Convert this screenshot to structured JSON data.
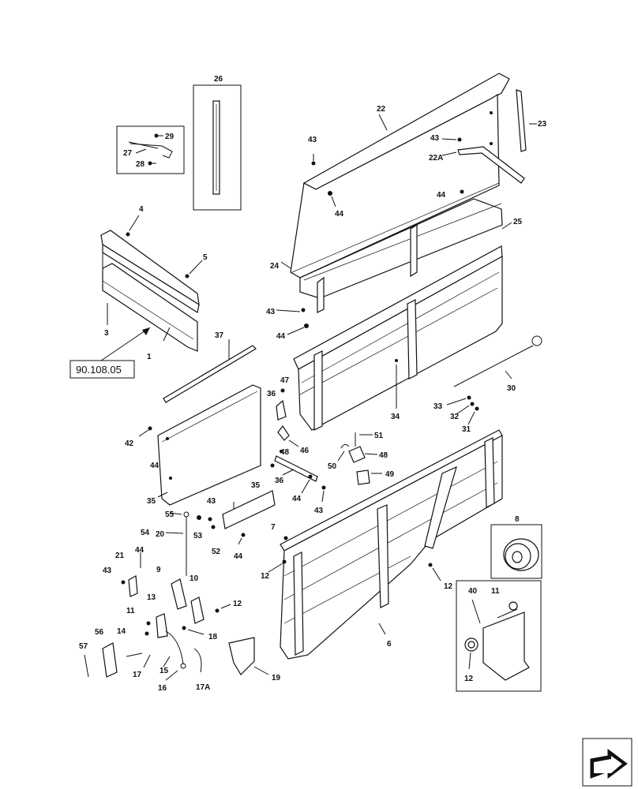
{
  "reference_box": "90.108.05",
  "callouts": {
    "c29": "29",
    "c27": "27",
    "c28": "28",
    "c26": "26",
    "c22": "22",
    "c23": "23",
    "c43a": "43",
    "c22A": "22A",
    "c44a": "44",
    "c43b": "43",
    "c44b": "44",
    "c4": "4",
    "c5": "5",
    "c3": "3",
    "c1": "1",
    "c24": "24",
    "c25": "25",
    "c43c": "43",
    "c44c": "44",
    "c37": "37",
    "c47": "47",
    "c36a": "36",
    "c34": "34",
    "c30": "30",
    "c33": "33",
    "c32": "32",
    "c31": "31",
    "c42": "42",
    "c44d": "44",
    "c46": "46",
    "c48": "48",
    "c51": "51",
    "c50": "50",
    "c49": "49",
    "c35a": "35",
    "c35b": "35",
    "c36b": "36",
    "c44e": "44",
    "c43d": "43",
    "c43e": "43",
    "c55": "55",
    "c53": "53",
    "c54": "54",
    "c20": "20",
    "c52": "52",
    "c44f": "44",
    "c7": "7",
    "c12a": "12",
    "c12b": "12",
    "c6": "6",
    "c8": "8",
    "c21": "21",
    "c44g": "44",
    "c43f": "43",
    "c9": "9",
    "c10": "10",
    "c13": "13",
    "c11a": "11",
    "c12c": "12",
    "c14": "14",
    "c18": "18",
    "c56": "56",
    "c57": "57",
    "c17": "17",
    "c15": "15",
    "c16": "16",
    "c17A": "17A",
    "c19": "19",
    "c40": "40",
    "c11b": "11",
    "c12d": "12"
  },
  "nav_icon": "arrow-icon"
}
